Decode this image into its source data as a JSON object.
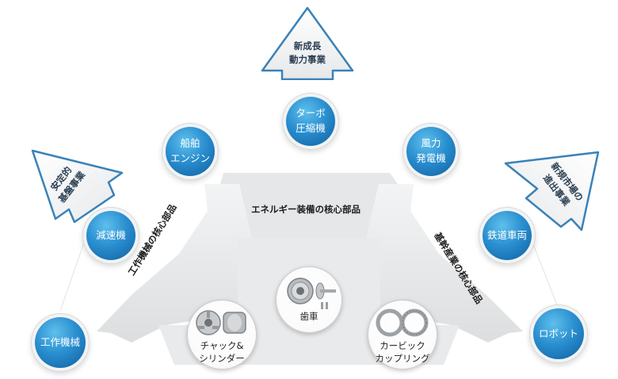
{
  "arrows": {
    "top": "新成長\n動力事業",
    "left": "安定的\n基盤事業",
    "right": "新規市場の\n進出事業"
  },
  "bands": {
    "top": "エネルギー装備の核心部品",
    "left": "工作機械の核心部品",
    "right": "基幹産業の核心部品"
  },
  "nodes": {
    "turbo": "ターボ\n圧縮機",
    "ship": "船舶\nエンジン",
    "wind": "風力\n発電機",
    "reducer": "減速機",
    "railway": "鉄道車両",
    "machine_tool": "工作機械",
    "robot": "ロボット"
  },
  "parts": {
    "gear": "歯車",
    "chuck": "チャック&\nシリンダー",
    "coupling": "カービック\nカップリング"
  },
  "colors": {
    "bubble": "#2a8fd0",
    "arrow_fill": "#e8e9ea",
    "tip_border": "#2e7fb8"
  }
}
